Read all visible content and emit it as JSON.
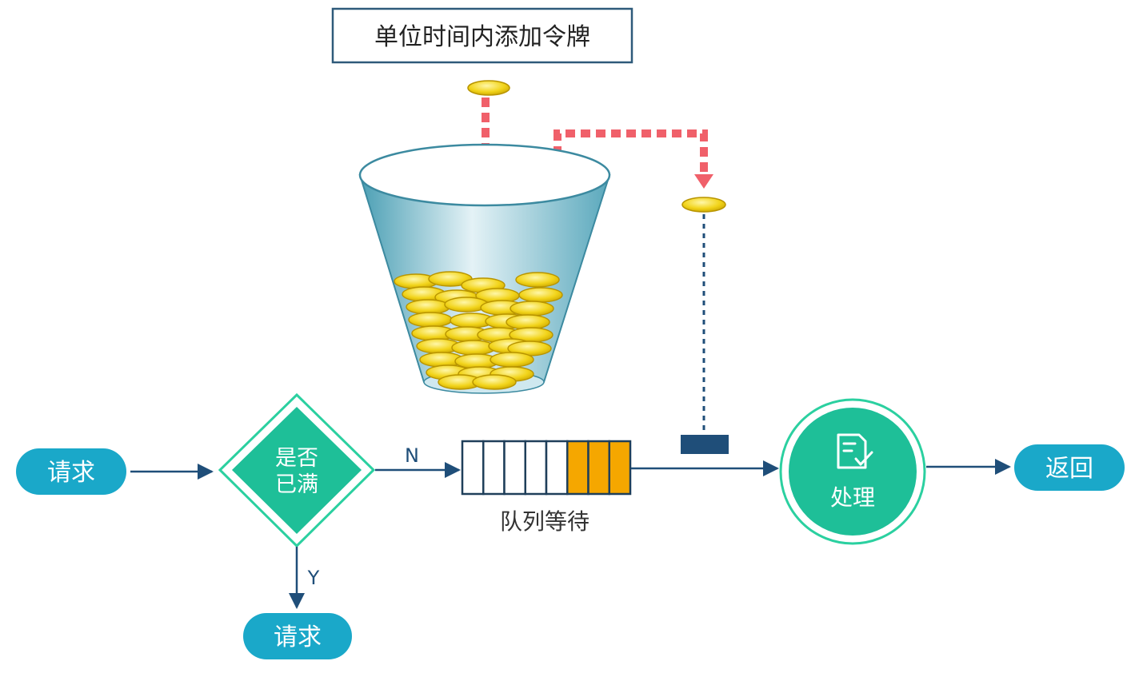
{
  "top_label": "单位时间内添加令牌",
  "request_in_label": "请求",
  "decision_line1": "是否",
  "decision_line2": "已满",
  "branch_no": "N",
  "branch_yes": "Y",
  "queue_label": "队列等待",
  "queue": {
    "total_slots": 8,
    "filled_slots": 3
  },
  "process_label": "处理",
  "return_label": "返回",
  "reject_label": "请求",
  "icons": [
    "document-check-icon"
  ],
  "colors": {
    "teal": "#1aa8c9",
    "green": "#1ebf98",
    "navy": "#1f4e79",
    "gold": "#f2d41a",
    "orange": "#f5a700",
    "dashed_red": "#f0606a",
    "bucket": "#8fc9d6"
  }
}
